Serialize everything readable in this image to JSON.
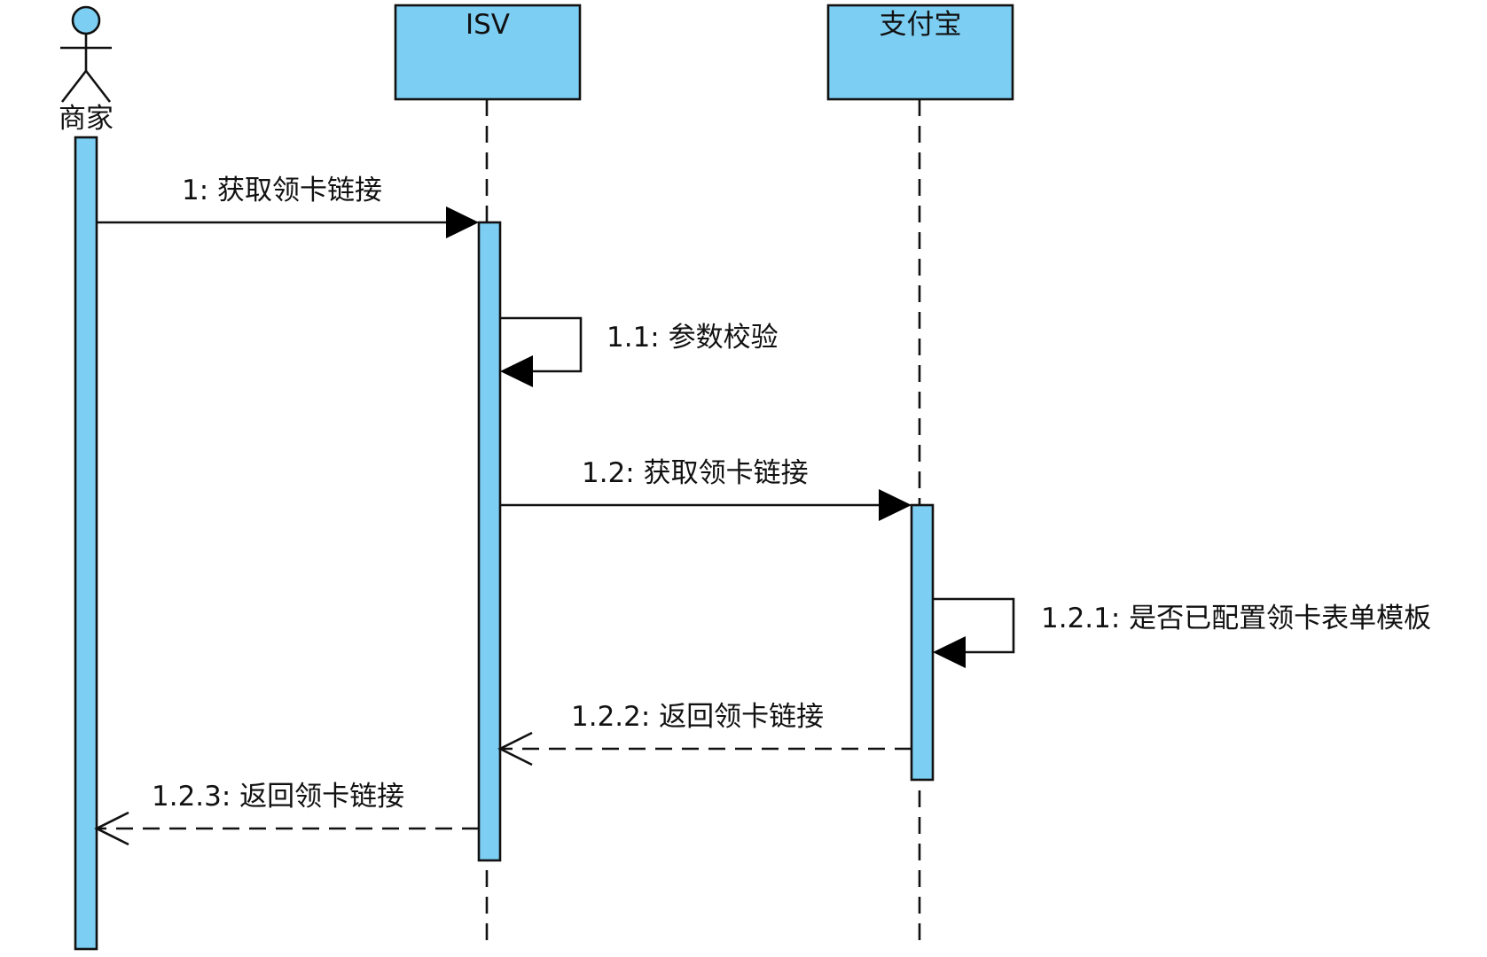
{
  "participants": {
    "actor": {
      "name": "商家"
    },
    "isv": {
      "name": "ISV"
    },
    "alipay": {
      "name": "支付宝"
    }
  },
  "messages": [
    {
      "id": "m1",
      "label": "1: 获取领卡链接",
      "from": "商家",
      "to": "ISV",
      "kind": "sync"
    },
    {
      "id": "m1_1",
      "label": "1.1: 参数校验",
      "from": "ISV",
      "to": "ISV",
      "kind": "self"
    },
    {
      "id": "m1_2",
      "label": "1.2: 获取领卡链接",
      "from": "ISV",
      "to": "支付宝",
      "kind": "sync"
    },
    {
      "id": "m1_2_1",
      "label": "1.2.1: 是否已配置领卡表单模板",
      "from": "支付宝",
      "to": "支付宝",
      "kind": "self"
    },
    {
      "id": "m1_2_2",
      "label": "1.2.2: 返回领卡链接",
      "from": "支付宝",
      "to": "ISV",
      "kind": "return"
    },
    {
      "id": "m1_2_3",
      "label": "1.2.3: 返回领卡链接",
      "from": "ISV",
      "to": "商家",
      "kind": "return"
    }
  ],
  "colors": {
    "fill": "#7dcef3",
    "stroke": "#111111"
  }
}
